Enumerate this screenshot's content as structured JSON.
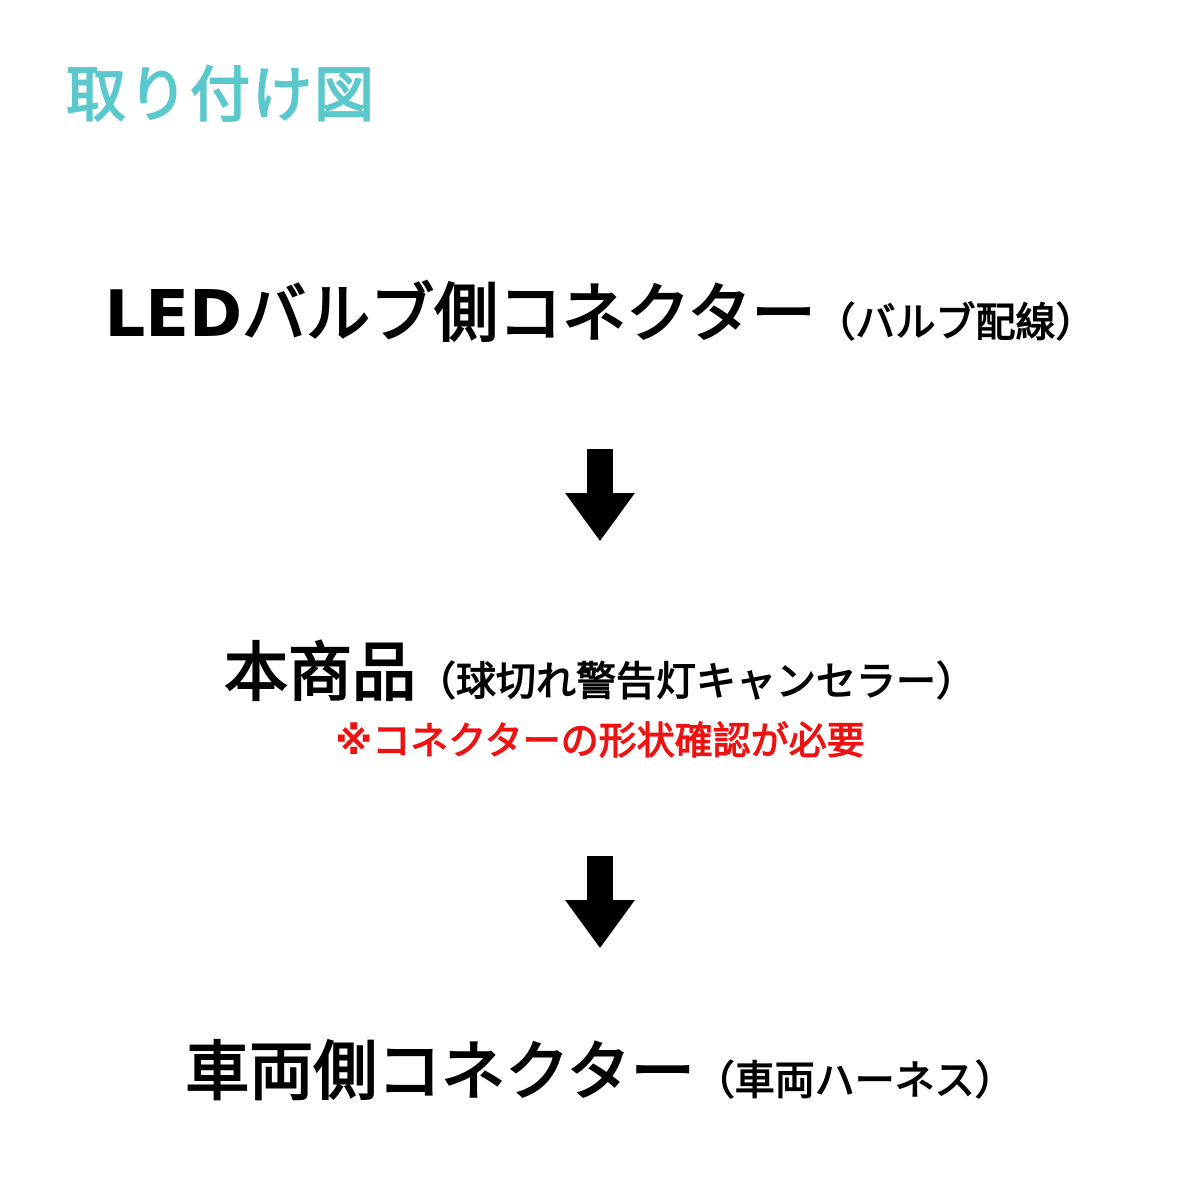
{
  "title": "取り付け図",
  "steps": [
    {
      "main": "LEDバルブ側コネクター",
      "sub": "（バルブ配線）"
    },
    {
      "main": "本商品",
      "sub": "（球切れ警告灯キャンセラー）"
    },
    {
      "main": "車両側コネクター",
      "sub": "（車両ハーネス）"
    }
  ],
  "note": "※コネクターの形状確認が必要",
  "colors": {
    "title": "#5bc8cc",
    "text": "#000000",
    "note": "#ee1111",
    "background": "#ffffff"
  },
  "icons": [
    "arrow-down-icon",
    "arrow-down-icon"
  ]
}
